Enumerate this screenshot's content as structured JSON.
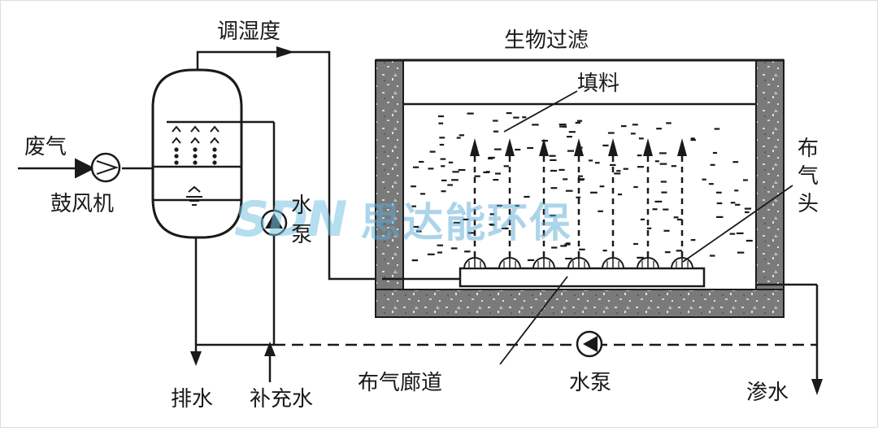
{
  "labels": {
    "humidity": "调湿度",
    "biofilter": "生物过滤",
    "packing": "填料",
    "waste_gas": "废气",
    "blower": "鼓风机",
    "water_pump_a": "水",
    "water_pump_b": "泵",
    "gas_dist_head_1": "布",
    "gas_dist_head_2": "气",
    "gas_dist_head_3": "头",
    "drain": "排水",
    "makeup_water": "补充水",
    "gas_corridor": "布气廊道",
    "water_pump": "水泵",
    "seepage": "渗水"
  },
  "watermark": {
    "logo": "SDN",
    "text": "思达能环保"
  },
  "colors": {
    "line": "#1a1a1a",
    "hatch": "#8a8a8a",
    "wall": "#6e6e6e",
    "watermark": "#7cc3e0"
  }
}
